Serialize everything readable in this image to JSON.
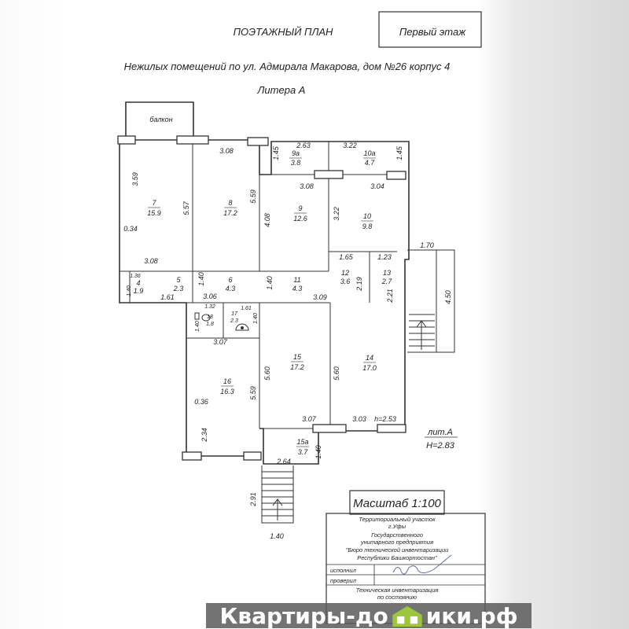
{
  "header": {
    "title": "ПОЭТАЖНЫЙ ПЛАН",
    "floor": "Первый этаж",
    "subtitle": "Нежилых помещений по ул. Адмирала Макарова, дом №26 корпус 4",
    "litera": "Литера   А"
  },
  "rooms": [
    {
      "num": "балкон",
      "area": ""
    },
    {
      "num": "7",
      "area": "15.9"
    },
    {
      "num": "8",
      "area": "17.2"
    },
    {
      "num": "9а",
      "area": "3.8"
    },
    {
      "num": "10а",
      "area": "4.7"
    },
    {
      "num": "9",
      "area": "12.6"
    },
    {
      "num": "10",
      "area": "9.8"
    },
    {
      "num": "4",
      "area": "1.9"
    },
    {
      "num": "5",
      "area": "2.3"
    },
    {
      "num": "6",
      "area": "4.3"
    },
    {
      "num": "11",
      "area": "4.3"
    },
    {
      "num": "12",
      "area": "3.6"
    },
    {
      "num": "13",
      "area": "2.7"
    },
    {
      "num": "18",
      "area": "1.8"
    },
    {
      "num": "17",
      "area": "2.3"
    },
    {
      "num": "16",
      "area": "16.3"
    },
    {
      "num": "15",
      "area": "17.2"
    },
    {
      "num": "14",
      "area": "17.0"
    },
    {
      "num": "15а",
      "area": "3.7"
    }
  ],
  "dims_h": [
    "3.08",
    "2.63",
    "3.22",
    "3.08",
    "3.04",
    "3.08",
    "1.65",
    "1.23",
    "1.36",
    "1.61",
    "3.06",
    "3.09",
    "1.32",
    "1.61",
    "3.07",
    "0.36",
    "3.07",
    "3.03",
    "h=2.53",
    "2.64",
    "1.40",
    "1.70",
    "0.34"
  ],
  "dims_v": [
    "3.59",
    "5.57",
    "5.59",
    "1.45",
    "1.45",
    "4.08",
    "3.22",
    "2.19",
    "2.21",
    "1.40",
    "1.40",
    "1.40",
    "1.40",
    "1.40",
    "5.60",
    "5.59",
    "5.60",
    "2.34",
    "1.40",
    "2.91",
    "4.50"
  ],
  "lit": {
    "label": "лит.А",
    "height": "H=2.83"
  },
  "scale": "Масштаб  1:100",
  "stamp": {
    "lines": [
      "Территориальный участок",
      "г.Уфы",
      "Государственного",
      "унитарного предприятия",
      "\"Бюро технической инвентаризации",
      "Республики Башкортостан\""
    ],
    "executed": "исполнил",
    "checked": "проверил",
    "footer1": "Техническая инвентаризация",
    "footer2": "по состоянию"
  },
  "watermark": {
    "left": "Квартиры-до",
    "right": "ики.рф"
  }
}
